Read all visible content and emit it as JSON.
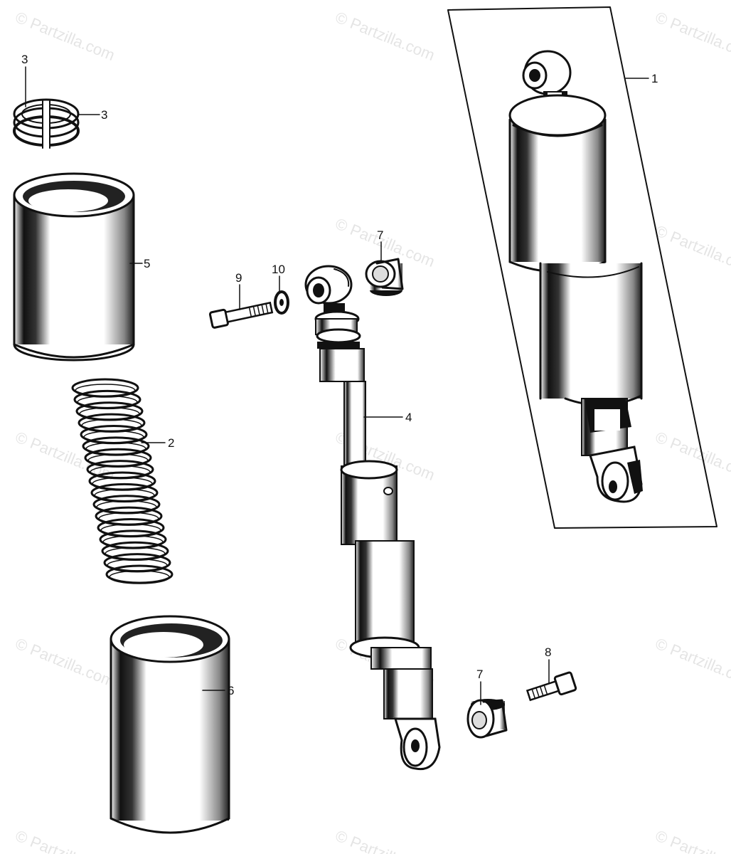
{
  "watermark": "© Partzilla.com",
  "callouts": {
    "c1": "1",
    "c2": "2",
    "c3a": "3",
    "c3b": "3",
    "c4": "4",
    "c5": "5",
    "c6": "6",
    "c7a": "7",
    "c7b": "7",
    "c8": "8",
    "c9": "9",
    "c10": "10"
  },
  "colors": {
    "ink": "#111111",
    "paper": "#ffffff"
  }
}
